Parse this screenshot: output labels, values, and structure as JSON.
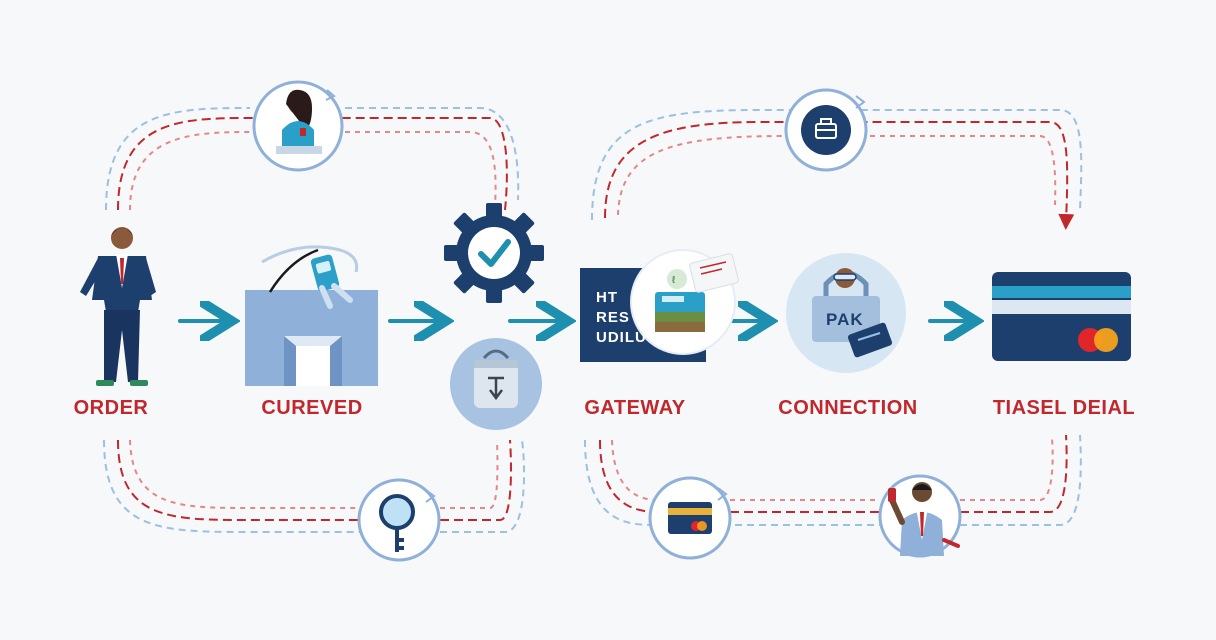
{
  "steps": [
    {
      "label": "ORDER"
    },
    {
      "label": "CUREVED"
    },
    {
      "label": "GATEWAY"
    },
    {
      "label": "CONNECTION"
    },
    {
      "label": "TIASEL DEIAL"
    }
  ],
  "gateway_panel": {
    "lines": [
      "HT",
      "RES",
      "UDILU"
    ]
  },
  "connection_lock": {
    "text": "PAK"
  },
  "colors": {
    "navy": "#1d3f6e",
    "teal": "#1e8fae",
    "red": "#c0282d",
    "light_blue": "#9cc0e0",
    "pale_blue": "#d7e6f3"
  }
}
